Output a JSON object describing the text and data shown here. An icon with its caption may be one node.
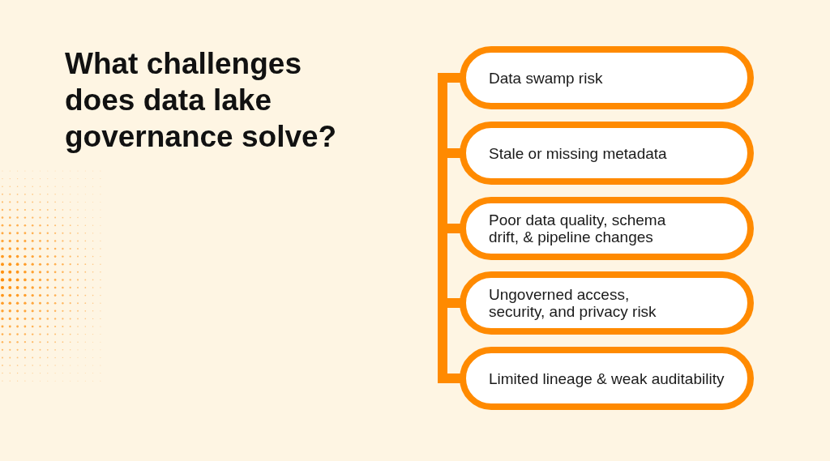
{
  "diagram": {
    "title": "What challenges does data lake governance solve?",
    "nodes": [
      {
        "text": [
          "Data swamp risk"
        ]
      },
      {
        "text": [
          "Stale or missing metadata"
        ]
      },
      {
        "text": [
          "Poor data quality, schema drift, & pipeline changes"
        ]
      },
      {
        "text": [
          "Ungoverned access, security, and privacy risk"
        ]
      },
      {
        "text": [
          "Limited lineage & weak auditability"
        ]
      }
    ]
  }
}
